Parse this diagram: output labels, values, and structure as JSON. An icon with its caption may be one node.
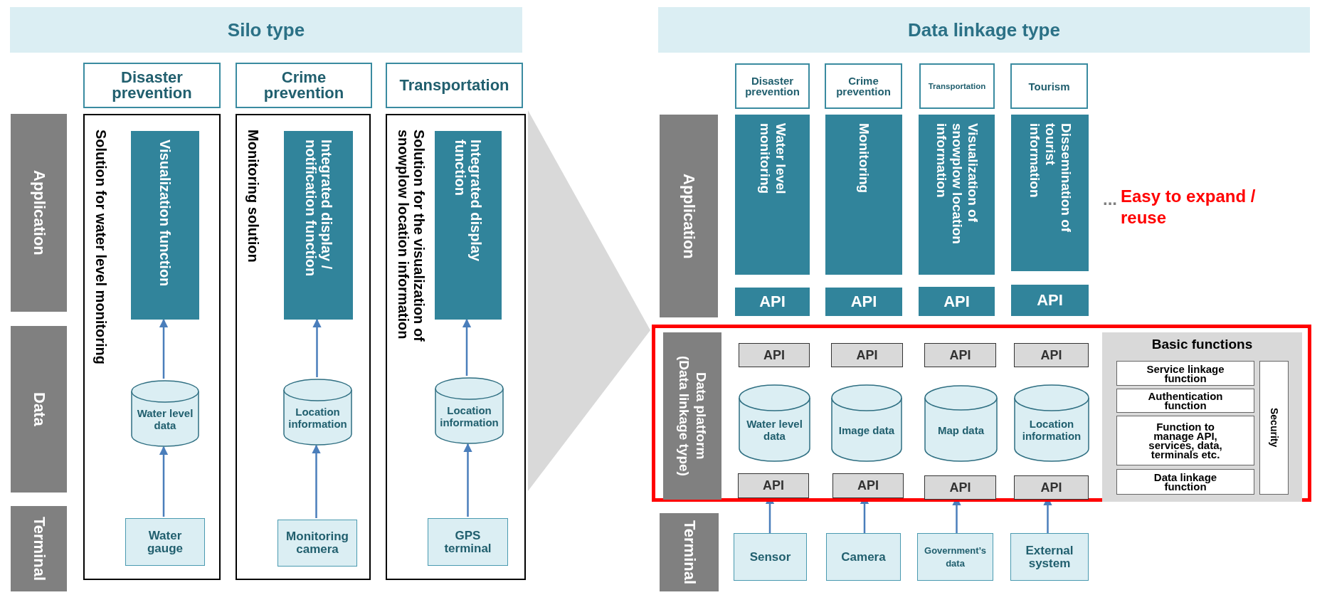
{
  "diagram": {
    "nodes": [
      {
        "text": [
          "Silo type"
        ]
      },
      {
        "text": [
          "Disaster prevention"
        ]
      },
      {
        "text": [
          "Crime prevention"
        ]
      },
      {
        "text": [
          "Transportation"
        ]
      },
      {
        "text": [
          "Application"
        ]
      },
      {
        "text": [
          "Data"
        ]
      },
      {
        "text": [
          "Terminal"
        ]
      },
      {
        "text": [
          "Solution for water level monitoring"
        ]
      },
      {
        "text": [
          "Visualization function"
        ],
        "in": 7
      },
      {
        "text": [
          "Water level data"
        ],
        "in": 7
      },
      {
        "text": [
          "Water gauge"
        ],
        "in": 7
      },
      {
        "text": [
          "Monitoring solution"
        ]
      },
      {
        "text": [
          "Integrated display / notification function"
        ],
        "in": 11
      },
      {
        "text": [
          "Location information"
        ],
        "in": 11
      },
      {
        "text": [
          "Monitoring camera"
        ],
        "in": 11
      },
      {
        "text": [
          "Solution for the visualization of snowplow location information"
        ]
      },
      {
        "text": [
          "Integrated display function"
        ],
        "in": 15
      },
      {
        "text": [
          "Location information"
        ],
        "in": 15
      },
      {
        "text": [
          "GPS terminal"
        ],
        "in": 15
      },
      {
        "text": [
          "Data linkage type"
        ]
      },
      {
        "text": [
          "Disaster prevention"
        ]
      },
      {
        "text": [
          "Crime prevention"
        ]
      },
      {
        "text": [
          "Transportation"
        ]
      },
      {
        "text": [
          "Tourism"
        ]
      },
      {
        "text": [
          "Application"
        ]
      },
      {
        "text": [
          "Water level monitoring"
        ]
      },
      {
        "text": [
          "Monitoring"
        ]
      },
      {
        "text": [
          "Visualization of snowplow location information"
        ]
      },
      {
        "text": [
          "Dissemination of tourist information"
        ]
      },
      {
        "text": [
          "API"
        ]
      },
      {
        "text": [
          "API"
        ]
      },
      {
        "text": [
          "API"
        ]
      },
      {
        "text": [
          "API"
        ]
      },
      {
        "text": [],
        "shape": "box"
      },
      {
        "text": [
          "Data platform",
          "(Data linkage type)"
        ],
        "in": 33
      },
      {
        "text": [
          "API"
        ],
        "in": 33
      },
      {
        "text": [
          "API"
        ],
        "in": 33
      },
      {
        "text": [
          "API"
        ],
        "in": 33
      },
      {
        "text": [
          "API"
        ],
        "in": 33
      },
      {
        "text": [
          "Water level data"
        ],
        "in": 33
      },
      {
        "text": [
          "Image data"
        ],
        "in": 33
      },
      {
        "text": [
          "Map data"
        ],
        "in": 33
      },
      {
        "text": [
          "Location information"
        ],
        "in": 33
      },
      {
        "text": [
          "API"
        ],
        "in": 33
      },
      {
        "text": [
          "API"
        ],
        "in": 33
      },
      {
        "text": [
          "API"
        ],
        "in": 33
      },
      {
        "text": [
          "API"
        ],
        "in": 33
      },
      {
        "text": [
          "Basic functions"
        ],
        "in": 33
      },
      {
        "text": [
          "Service linkage function"
        ],
        "in": 47
      },
      {
        "text": [
          "Authentication function"
        ],
        "in": 47
      },
      {
        "text": [
          "Function to manage API, services, data, terminals etc."
        ],
        "in": 47
      },
      {
        "text": [
          "Data linkage function"
        ],
        "in": 47
      },
      {
        "text": [
          "Security"
        ],
        "in": 47
      },
      {
        "text": [
          "Terminal"
        ]
      },
      {
        "text": [
          "Sensor"
        ]
      },
      {
        "text": [
          "Camera"
        ]
      },
      {
        "text": [
          "Government’s data"
        ]
      },
      {
        "text": [
          "External system"
        ]
      }
    ],
    "edges": [
      {
        "from": 10,
        "to": 9,
        "arrow": "to"
      },
      {
        "from": 9,
        "to": 8,
        "arrow": "to"
      },
      {
        "from": 14,
        "to": 13,
        "arrow": "to"
      },
      {
        "from": 13,
        "to": 12,
        "arrow": "to"
      },
      {
        "from": 18,
        "to": 17,
        "arrow": "to"
      },
      {
        "from": 17,
        "to": 16,
        "arrow": "to"
      },
      {
        "from": 15,
        "to": 33,
        "arrow": "to",
        "style": "thick",
        "color": "#d9d9d9"
      },
      {
        "from": 54,
        "to": 43,
        "arrow": "to"
      },
      {
        "from": 55,
        "to": 44,
        "arrow": "to"
      },
      {
        "from": 56,
        "to": 45,
        "arrow": "to"
      },
      {
        "from": 57,
        "to": 46,
        "arrow": "to"
      }
    ],
    "labels": [
      "...",
      "Easy to expand / reuse"
    ]
  }
}
